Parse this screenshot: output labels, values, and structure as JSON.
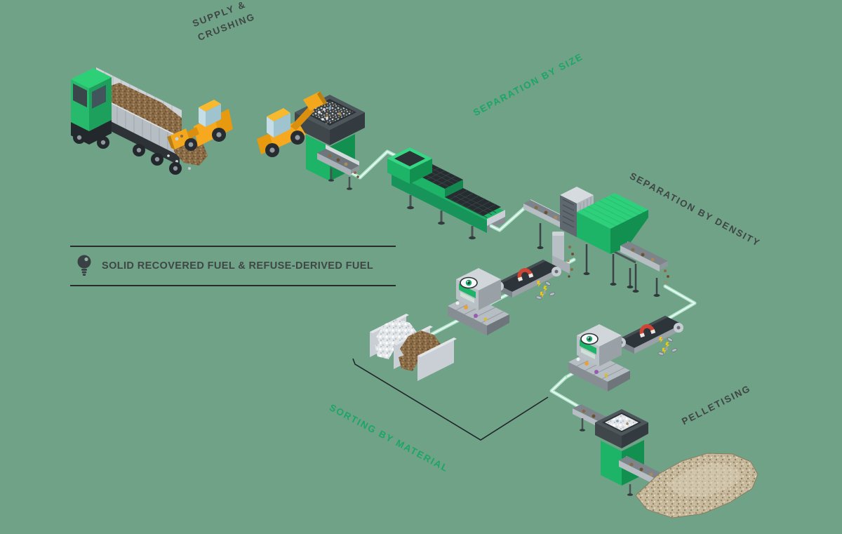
{
  "diagram": {
    "background_color": "#6FA287",
    "legend": {
      "icon": "lightbulb-icon",
      "label": "SOLID RECOVERED FUEL & REFUSE-DERIVED FUEL"
    },
    "stages": {
      "supply_crushing": {
        "line1": "SUPPLY &",
        "line2": "CRUSHING",
        "color": "#3F4644"
      },
      "separation_by_size": {
        "label": "SEPARATION BY SIZE",
        "color": "#1CA666"
      },
      "separation_by_density": {
        "label": "SEPARATION BY DENSITY",
        "color": "#3F4644"
      },
      "sorting_by_material": {
        "label": "SORTING BY MATERIAL",
        "color": "#1CA666"
      },
      "pelletising": {
        "label": "PELLETISING",
        "color": "#3F4644"
      }
    },
    "equipment_icons": [
      "delivery-truck-icon",
      "wheel-loader-icon",
      "shredder-icon",
      "screening-machine-icon",
      "air-density-separator-icon",
      "magnetic-separator-icon",
      "optical-sorter-icon",
      "eye-sensor-icon",
      "storage-bays-icon",
      "pelletizer-icon",
      "srf-fuel-pile-icon"
    ],
    "colors": {
      "machine_green": "#1DB467",
      "connector_mint": "#AEE6CB",
      "loader_yellow": "#F6A81F",
      "magnet_red": "#CF4534",
      "text_dark": "#3F4644",
      "text_green": "#1CA666"
    }
  }
}
